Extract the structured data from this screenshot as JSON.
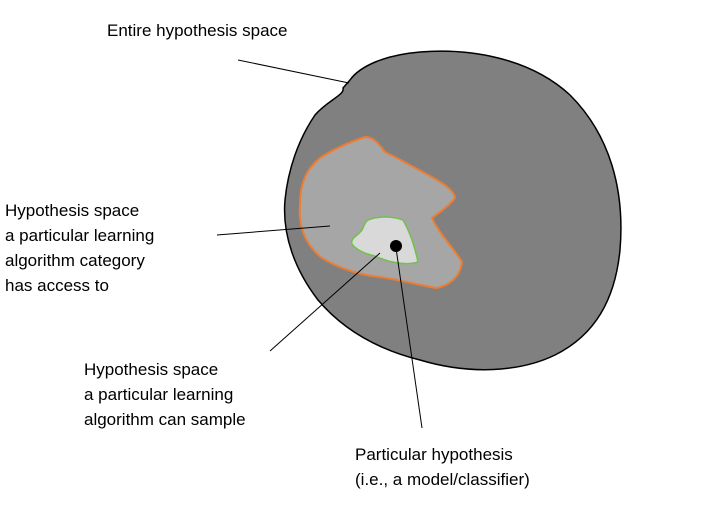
{
  "labels": {
    "entire_space": "Entire hypothesis space",
    "category_space": {
      "line1": "Hypothesis space",
      "line2": "a particular learning",
      "line3": "algorithm category",
      "line4": "has access to"
    },
    "sample_space": {
      "line1": "Hypothesis space",
      "line2": "a particular learning",
      "line3": "algorithm can sample"
    },
    "particular_hypothesis": {
      "line1": "Particular hypothesis",
      "line2": "(i.e., a model/classifier)"
    }
  },
  "colors": {
    "entire_space_fill": "#808080",
    "category_space_fill": "#a6a6a6",
    "category_space_outline": "#ed7d31",
    "sample_space_fill": "#d9d9d9",
    "sample_space_outline": "#70c24a",
    "point": "#000000",
    "leader_lines": "#000000"
  }
}
